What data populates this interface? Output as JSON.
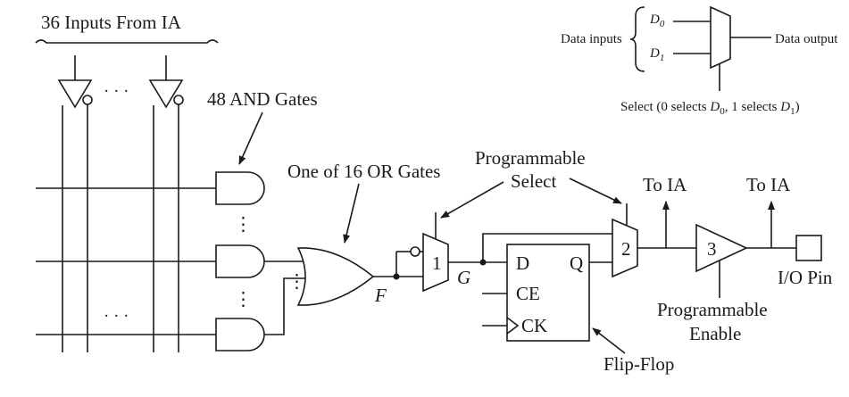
{
  "labels": {
    "inputs_from_ia": "36 Inputs From IA",
    "and_gates": "48 AND Gates",
    "or_gate": "One of 16 OR Gates",
    "programmable_select_line1": "Programmable",
    "programmable_select_line2": "Select",
    "to_ia_1": "To IA",
    "to_ia_2": "To IA",
    "io_pin": "I/O Pin",
    "programmable_enable_line1": "Programmable",
    "programmable_enable_line2": "Enable",
    "flip_flop": "Flip-Flop",
    "signal_f": "F",
    "signal_g": "G",
    "mux1": "1",
    "mux2": "2",
    "buffer3": "3",
    "ff_d": "D",
    "ff_q": "Q",
    "ff_ce": "CE",
    "ff_ck": "CK",
    "ellipsis": "· · ·",
    "vdots": "⋮"
  },
  "legend": {
    "data_inputs": "Data inputs",
    "d0": "D",
    "d0_sub": "0",
    "d1": "D",
    "d1_sub": "1",
    "data_output": "Data output",
    "select_prefix": "Select (0 selects ",
    "select_d0": "D",
    "select_d0_sub": "0",
    "select_mid": ", 1 selects ",
    "select_d1": "D",
    "select_d1_sub": "1",
    "select_suffix": ")"
  },
  "colors": {
    "line": "#1a1a1a",
    "background": "#ffffff"
  }
}
